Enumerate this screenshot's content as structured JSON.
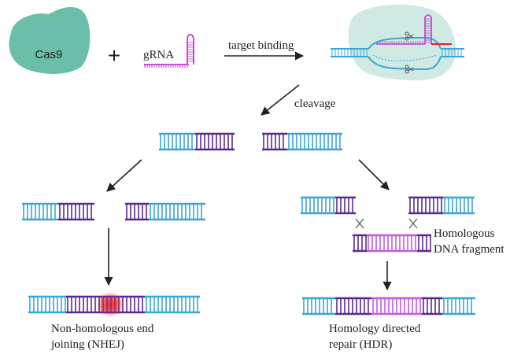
{
  "labels": {
    "cas9": "Cas9",
    "plus": "+",
    "grna": "gRNA",
    "target_binding": "target binding",
    "cleavage": "cleavage",
    "homologous_line1": "Homologous",
    "homologous_line2": "DNA fragment",
    "nhej_line1": "Non-homologous end",
    "nhej_line2": "joining (NHEJ)",
    "hdr_line1": "Homology directed",
    "hdr_line2": "repair (HDR)"
  },
  "colors": {
    "cas9_fill": "#6bbfa8",
    "cas9_halo": "#cfe9e3",
    "dna_blue": "#3aa6d4",
    "dna_purple": "#5b2a91",
    "dna_magenta": "#c25ae8",
    "grna_pink": "#c23bcf",
    "grna_red": "#e02020",
    "nhej_highlight": "#ee2a2a",
    "arrow": "#222222",
    "scissors": "#555555"
  }
}
